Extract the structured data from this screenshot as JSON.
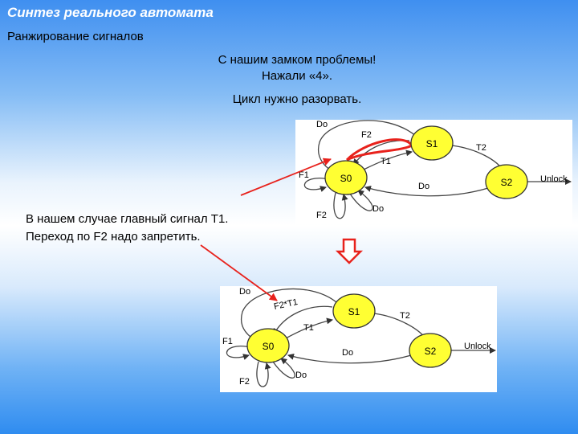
{
  "header": {
    "title": "Синтез реального автомата",
    "subtitle": "Ранжирование сигналов"
  },
  "text": {
    "problem_line1": "С нашим замком проблемы!",
    "problem_line2": "Нажали «4».",
    "cycle": "Цикл нужно разорвать.",
    "note_line1": "В нашем случае главный сигнал Т1.",
    "note_line2": "Переход по F2 надо запретить."
  },
  "diagram_top": {
    "states": {
      "s0": "S0",
      "s1": "S1",
      "s2": "S2"
    },
    "labels": {
      "do_top": "Do",
      "f2": "F2",
      "t1": "T1",
      "t2": "T2",
      "f1": "F1",
      "unlock": "Unlock",
      "do_mid": "Do",
      "f2_loop": "F2",
      "do_loop": "Do"
    }
  },
  "diagram_bottom": {
    "states": {
      "s0": "S0",
      "s1": "S1",
      "s2": "S2"
    },
    "labels": {
      "do_top": "Do",
      "f2_t1": "F2*T1",
      "t1": "T1",
      "t2": "T2",
      "f1": "F1",
      "unlock": "Unlock",
      "do_mid": "Do",
      "f2_loop": "F2",
      "do_loop": "Do"
    }
  },
  "colors": {
    "state_fill": "#ffff33",
    "highlight": "#e8221c",
    "down_arrow": "#e8221c",
    "title": "#ffffff"
  }
}
